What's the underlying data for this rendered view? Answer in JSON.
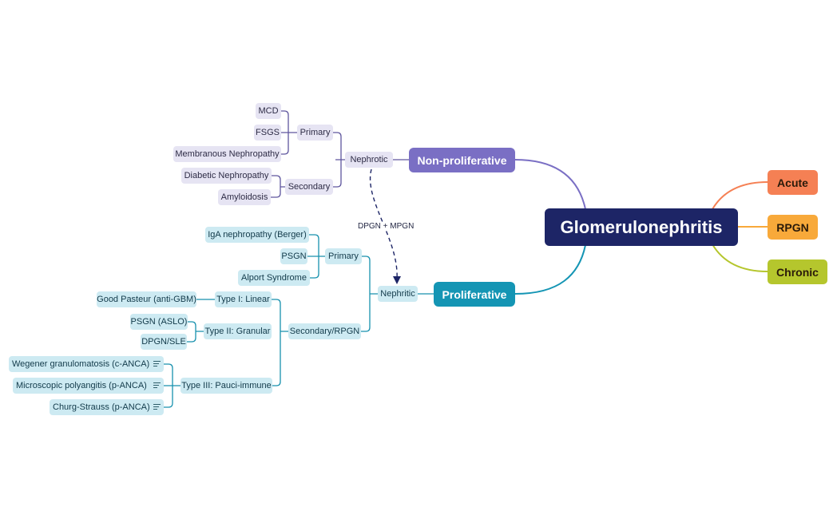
{
  "root": {
    "label": "Glomerulonephritis"
  },
  "right_branches": {
    "acute": "Acute",
    "rpgn": "RPGN",
    "chronic": "Chronic"
  },
  "non_proliferative": {
    "label": "Non-proliferative",
    "nephrotic": "Nephrotic",
    "primary": {
      "label": "Primary",
      "items": [
        "MCD",
        "FSGS",
        "Membranous Nephropathy"
      ]
    },
    "secondary": {
      "label": "Secondary",
      "items": [
        "Diabetic Nephropathy",
        "Amyloidosis"
      ]
    }
  },
  "relation": {
    "label": "DPGN + MPGN"
  },
  "proliferative": {
    "label": "Proliferative",
    "nephritic": "Nephritic",
    "primary": {
      "label": "Primary",
      "items": [
        "IgA nephropathy (Berger)",
        "PSGN",
        "Alport Syndrome"
      ]
    },
    "secondary": {
      "label": "Secondary/RPGN",
      "type1": {
        "label": "Type I: Linear",
        "items": [
          "Good Pasteur (anti-GBM)"
        ]
      },
      "type2": {
        "label": "Type II: Granular",
        "items": [
          "PSGN (ASLO)",
          "DPGN/SLE"
        ]
      },
      "type3": {
        "label": "Type III: Pauci-immune",
        "items": [
          "Wegener granulomatosis (c-ANCA)",
          "Microscopic polyangitis (p-ANCA)",
          "Churg-Strauss (p-ANCA)"
        ]
      }
    }
  },
  "colors": {
    "root": "#1d2566",
    "non_proliferative": "#7a6fc4",
    "proliferative": "#1495b4",
    "acute": "#f58054",
    "rpgn": "#f8a93a",
    "chronic": "#b5c62d"
  },
  "icons": {
    "note": "notes-icon"
  }
}
